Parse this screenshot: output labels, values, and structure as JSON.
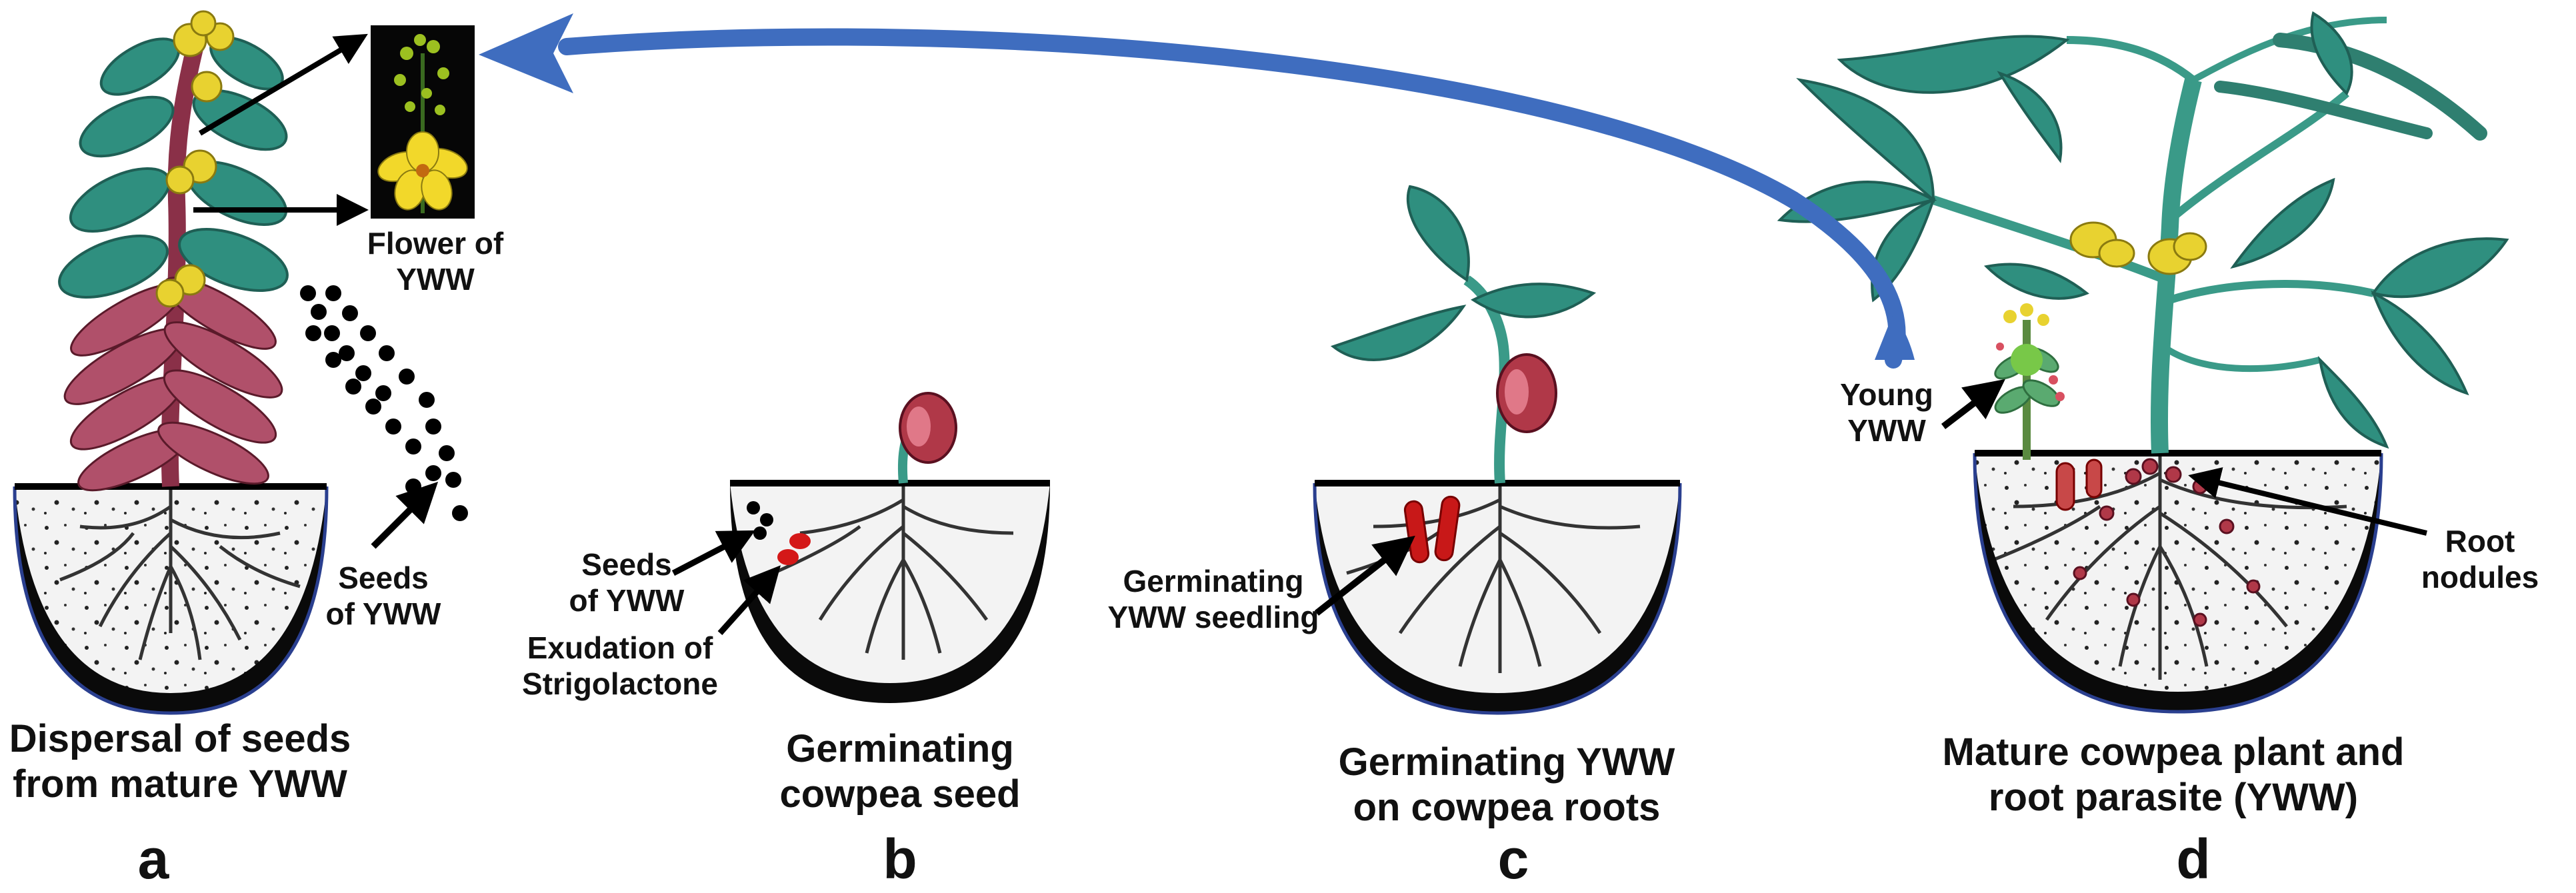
{
  "panels": [
    {
      "letter": "a",
      "caption": [
        "Dispersal of seeds",
        "from mature YWW"
      ],
      "labels": {
        "flower": [
          "Flower of",
          "YWW"
        ],
        "seeds": [
          "Seeds",
          "of YWW"
        ]
      }
    },
    {
      "letter": "b",
      "caption": [
        "Germinating",
        "cowpea seed"
      ],
      "labels": {
        "seeds": [
          "Seeds",
          "of YWW"
        ],
        "exudation": [
          "Exudation of",
          "Strigolactone"
        ]
      }
    },
    {
      "letter": "c",
      "caption": [
        "Germinating YWW",
        "on  cowpea roots"
      ],
      "labels": {
        "seedling": [
          "Germinating",
          "YWW seedling"
        ]
      }
    },
    {
      "letter": "d",
      "caption": [
        "Mature cowpea plant and",
        "root parasite (YWW)"
      ],
      "labels": {
        "young": [
          "Young",
          "YWW"
        ],
        "nodules": [
          "Root",
          "nodules"
        ]
      }
    }
  ],
  "colors": {
    "soil": "#f4f4f4",
    "bowl": "#0a0a0a",
    "bowl_rim": "#2a3f8f",
    "leaf": "#2f8f7f",
    "leaf_dark": "#1f5f55",
    "stem_parasite": "#b0506a",
    "flower": "#e8d230",
    "seed_red": "#d41818",
    "cycle_arrow": "#3f6dbf"
  }
}
